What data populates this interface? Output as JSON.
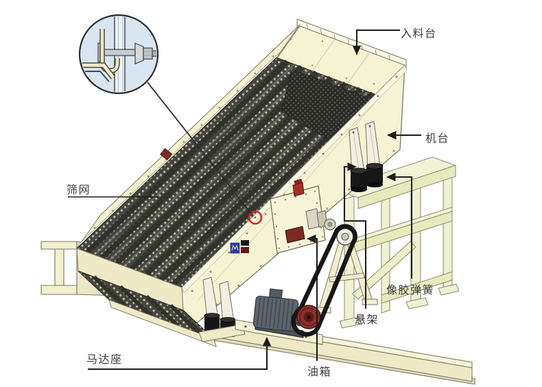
{
  "diagram": {
    "labels": {
      "feed_platform": "入料台",
      "machine_stand": "机台",
      "screen_mesh": "筛网",
      "rubber_spring": "像胶弹簧",
      "suspension": "悬架",
      "oil_tank": "油箱",
      "motor_seat": "马达座"
    },
    "colors": {
      "background": "#ffffff",
      "machine_body": "#f6f2d4",
      "support_frame": "#e6eabc",
      "mesh_dark": "#45463f",
      "detail_callout_fill": "#d8e6f2",
      "detail_marker_red": "#d6281c",
      "pulley_red": "#8e2f2b",
      "spring_black": "#171717",
      "oil_tank_red": "#7c2a22",
      "leader_line": "#1c1c1c"
    },
    "markers": {
      "detail_callout": "magnifier-circle",
      "detail_marker": "red-circle"
    }
  }
}
